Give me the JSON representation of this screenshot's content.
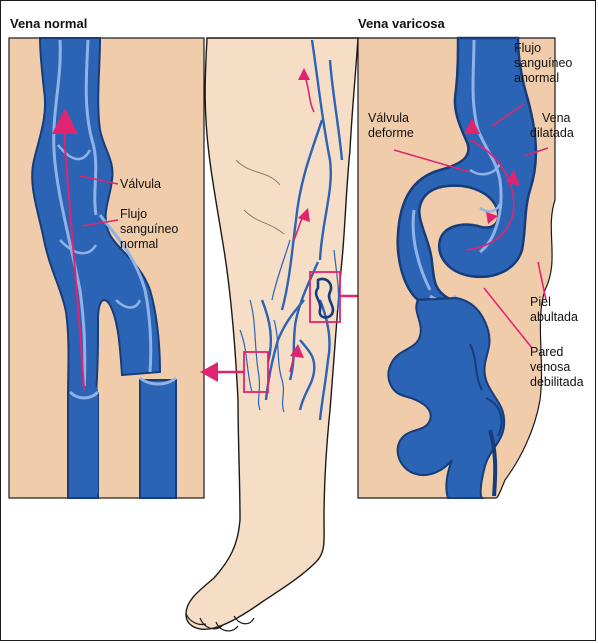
{
  "panels": {
    "normal": {
      "title": "Vena normal",
      "valve_label": "Válvula",
      "flow_label": [
        "Flujo",
        "sanguíneo",
        "normal"
      ]
    },
    "varicose": {
      "title": "Vena varicosa",
      "abnormal_flow_label": [
        "Flujo",
        "sanguíneo",
        "anormal"
      ],
      "deformed_valve_label": [
        "Válvula",
        "deforme"
      ],
      "dilated_vein_label": [
        "Vena",
        "dilatada"
      ],
      "bulging_skin_label": [
        "Piel",
        "abultada"
      ],
      "weakened_wall_label": [
        "Pared",
        "venosa",
        "debilitada"
      ]
    }
  },
  "colors": {
    "vein_blue": "#2b63b5",
    "vein_dark": "#163d7a",
    "vein_light": "#8fb3e6",
    "skin_panel": "#f1ccab",
    "skin_leg": "#f6ddc5",
    "arrow_pink": "#e0246f",
    "outline": "#1a1a1a"
  }
}
